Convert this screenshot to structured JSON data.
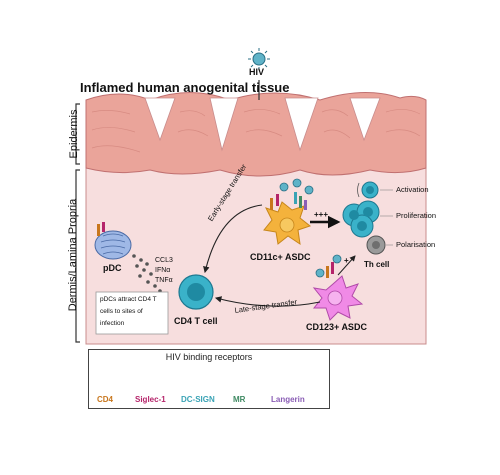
{
  "title": "Inflamed human anogenital tissue",
  "hiv_label": "HIV",
  "layers": {
    "epidermis": "Epidermis",
    "dermis": "Dermis/Lamina Propria"
  },
  "cells": {
    "pdc": "pDC",
    "cd4_t": "CD4 T cell",
    "cd11c": "CD11c+ ASDC",
    "cd123": "CD123+ ASDC",
    "th": "Th cell"
  },
  "processes": {
    "early": "Early-stage transfer",
    "late": "Late-stage transfer",
    "plus": "+++",
    "small_plus": "+"
  },
  "cytokines": [
    "CCL3",
    "IFNα",
    "TNFα"
  ],
  "pdc_note": [
    "pDCs attract CD4 T",
    "cells to sites of",
    "infection"
  ],
  "outcomes": [
    "Activation",
    "Proliferation",
    "Polarisation"
  ],
  "legend": {
    "title": "HIV binding receptors",
    "items": [
      {
        "label": "CD4",
        "color": "#c8761c"
      },
      {
        "label": "Siglec-1",
        "color": "#b5246a"
      },
      {
        "label": "DC-SIGN",
        "color": "#3aa3b5"
      },
      {
        "label": "MR",
        "color": "#3f8a63"
      },
      {
        "label": "Langerin",
        "color": "#8a5db5"
      }
    ]
  }
}
